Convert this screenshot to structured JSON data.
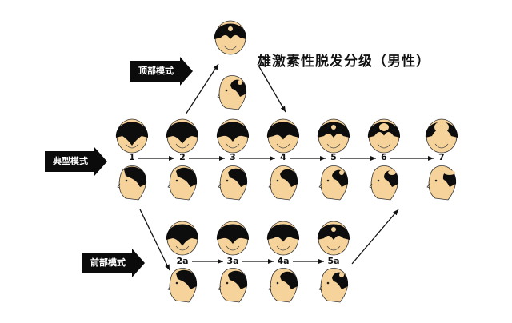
{
  "title": "雄激素性脱发分级（男性）",
  "modes": {
    "vertex": "顶部模式",
    "typical": "典型模式",
    "frontal": "前部模式"
  },
  "typical_stages": [
    "1",
    "2",
    "3",
    "4",
    "5",
    "6",
    "7"
  ],
  "frontal_stages": [
    "2a",
    "3a",
    "4a",
    "5a"
  ],
  "colors": {
    "hair": "#0d0d0d",
    "skin": "#f6d39a",
    "bald": "#efcf95"
  }
}
